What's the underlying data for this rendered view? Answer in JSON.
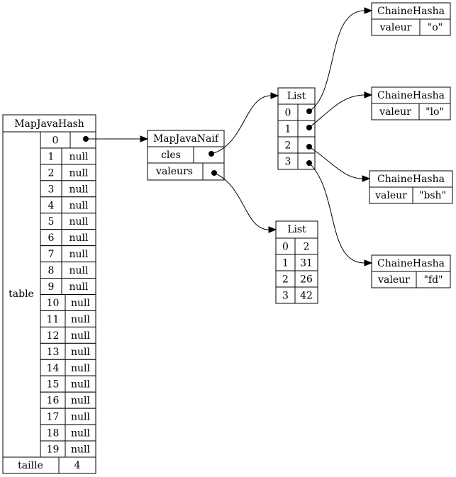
{
  "map_java_hash": {
    "title": "MapJavaHash",
    "table_label": "table",
    "rows": [
      {
        "index": "0",
        "value": ""
      },
      {
        "index": "1",
        "value": "null"
      },
      {
        "index": "2",
        "value": "null"
      },
      {
        "index": "3",
        "value": "null"
      },
      {
        "index": "4",
        "value": "null"
      },
      {
        "index": "5",
        "value": "null"
      },
      {
        "index": "6",
        "value": "null"
      },
      {
        "index": "7",
        "value": "null"
      },
      {
        "index": "8",
        "value": "null"
      },
      {
        "index": "9",
        "value": "null"
      },
      {
        "index": "10",
        "value": "null"
      },
      {
        "index": "11",
        "value": "null"
      },
      {
        "index": "12",
        "value": "null"
      },
      {
        "index": "13",
        "value": "null"
      },
      {
        "index": "14",
        "value": "null"
      },
      {
        "index": "15",
        "value": "null"
      },
      {
        "index": "16",
        "value": "null"
      },
      {
        "index": "17",
        "value": "null"
      },
      {
        "index": "18",
        "value": "null"
      },
      {
        "index": "19",
        "value": "null"
      }
    ],
    "taille_label": "taille",
    "taille_value": "4"
  },
  "map_java_naif": {
    "title": "MapJavaNaif",
    "cles_label": "cles",
    "valeurs_label": "valeurs"
  },
  "keys_list": {
    "title": "List",
    "indices": [
      "0",
      "1",
      "2",
      "3"
    ]
  },
  "values_list": {
    "title": "List",
    "rows": [
      {
        "index": "0",
        "value": "2"
      },
      {
        "index": "1",
        "value": "31"
      },
      {
        "index": "2",
        "value": "26"
      },
      {
        "index": "3",
        "value": "42"
      }
    ]
  },
  "chaines": [
    {
      "title": "ChaineHasha",
      "label": "valeur",
      "value": "\"o\""
    },
    {
      "title": "ChaineHasha",
      "label": "valeur",
      "value": "\"lo\""
    },
    {
      "title": "ChaineHasha",
      "label": "valeur",
      "value": "\"bsh\""
    },
    {
      "title": "ChaineHasha",
      "label": "valeur",
      "value": "\"fd\""
    }
  ]
}
